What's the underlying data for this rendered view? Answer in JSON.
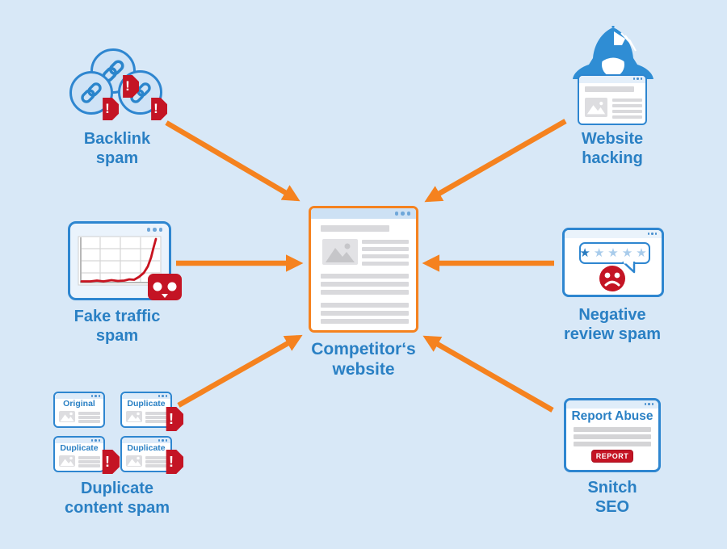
{
  "background_color": "#d8e8f7",
  "colors": {
    "blue_text": "#2a80c4",
    "blue_border": "#2e86d0",
    "solid_blue": "#2f8dd4",
    "light_blue_fill": "#cfe3f6",
    "orange_arrow": "#f5821f",
    "red": "#c41424",
    "gray_bar": "#d9d9dc"
  },
  "center": {
    "label": "Competitor‘s\nwebsite"
  },
  "nodes": [
    {
      "id": "backlink-spam",
      "label": "Backlink\nspam"
    },
    {
      "id": "website-hacking",
      "label": "Website\nhacking"
    },
    {
      "id": "fake-traffic-spam",
      "label": "Fake traffic\nspam"
    },
    {
      "id": "negative-review-spam",
      "label": "Negative\nreview spam"
    },
    {
      "id": "duplicate-content-spam",
      "label": "Duplicate\ncontent spam"
    },
    {
      "id": "snitch-seo",
      "label": "Snitch\nSEO"
    }
  ],
  "duplicate_windows": [
    {
      "label": "Original",
      "warning": false
    },
    {
      "label": "Duplicate",
      "warning": true
    },
    {
      "label": "Duplicate",
      "warning": true
    },
    {
      "label": "Duplicate",
      "warning": true
    }
  ],
  "snitch": {
    "heading": "Report Abuse",
    "button_label": "REPORT"
  },
  "review": {
    "star_char": "★",
    "total_stars": 5,
    "filled_stars": 1
  },
  "warning_symbol": "!"
}
